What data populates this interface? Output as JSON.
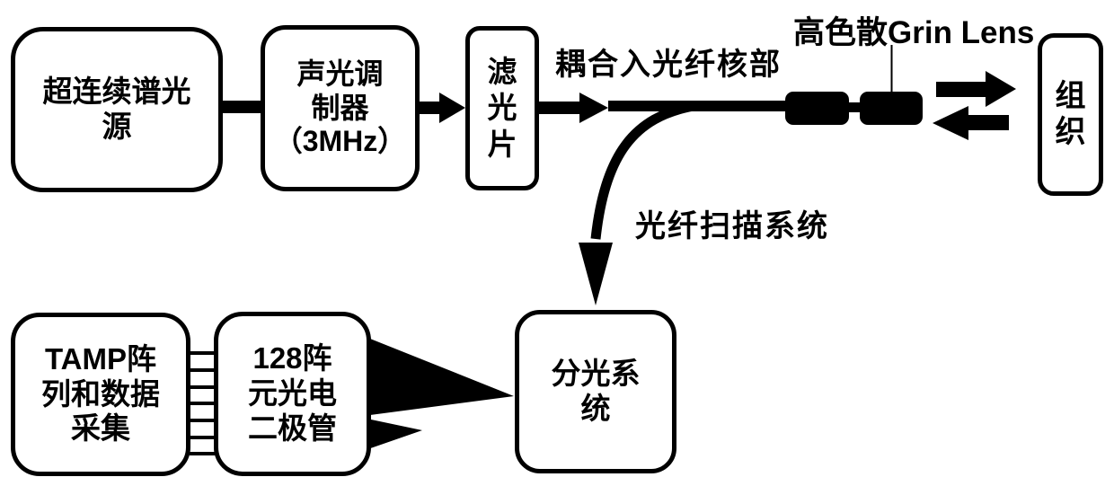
{
  "figure": {
    "description_tag": "optical-imaging-system-block-diagram"
  },
  "boxes": {
    "supercontinuum_source": "超连续谱光\n源",
    "aom": "声光调\n制器\n（3MHz）",
    "filter": "滤\n光\n片",
    "tissue": "组\n织",
    "splitting_system": "分光系\n统",
    "tamp_array": "TAMP阵\n列和数据\n采集",
    "photodiode_array": "128阵\n元光电\n二极管"
  },
  "labels": {
    "fiber_coupling": "耦合入光纤核部",
    "grin_lens": "高色散Grin Lens",
    "fiber_scanning": "光纤扫描系统"
  },
  "colors": {
    "ink": "#000000",
    "paper": "#ffffff"
  }
}
